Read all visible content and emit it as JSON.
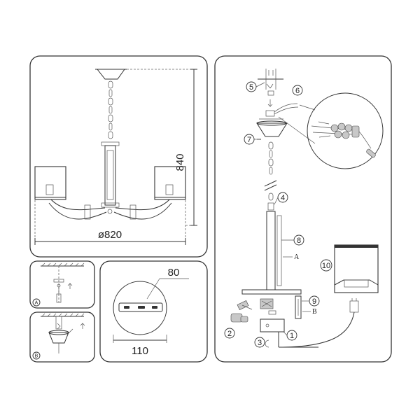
{
  "dimensions": {
    "height": "840",
    "diameter": "ø820",
    "plate_width": "110",
    "plate_depth": "80"
  },
  "steps": {
    "a": "A",
    "b": "B"
  },
  "callouts": [
    "1",
    "2",
    "3",
    "4",
    "5",
    "6",
    "7",
    "8",
    "9",
    "10"
  ],
  "part_letters": {
    "rod": "A",
    "holder": "B"
  }
}
